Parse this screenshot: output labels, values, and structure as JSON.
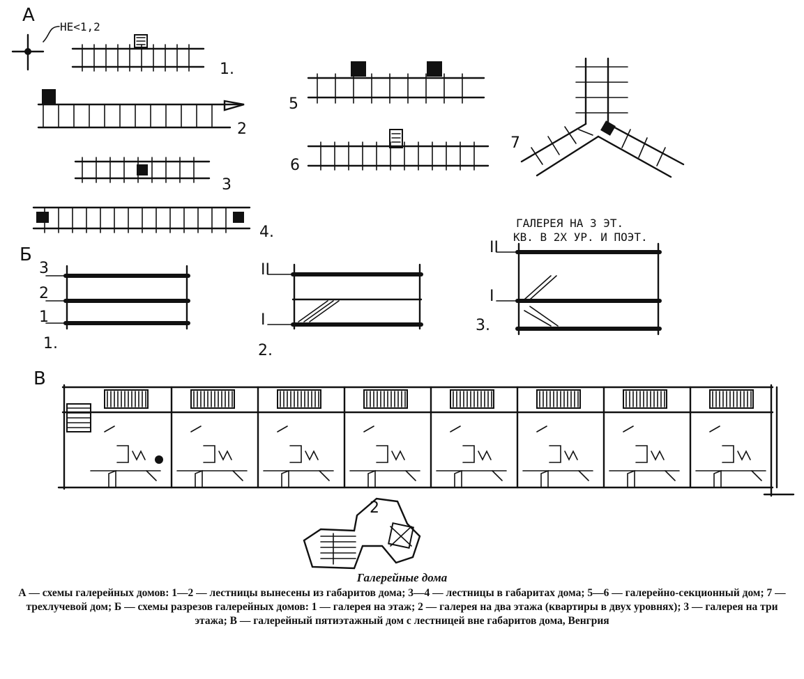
{
  "figure": {
    "labels": {
      "section_a": "А",
      "section_b": "Б",
      "section_v": "В",
      "note_a": "НЕ<1,2",
      "note_gallery": "ГАЛЕРЕЯ НА 3 ЭТ.",
      "note_gallery_2": "КВ. В 2Х УР. И ПОЭТ.",
      "scheme_1": "1.",
      "scheme_2": "2",
      "scheme_3": "3",
      "scheme_4": "4.",
      "scheme_5": "5",
      "scheme_6": "6",
      "scheme_7": "7",
      "section_1": "1.",
      "section_2": "2.",
      "section_3": "3.",
      "level_top_1": "3",
      "level_mid_1": "2",
      "level_bot_1": "1",
      "level_top_2": "II",
      "level_bot_2": "I",
      "level_top_3": "II",
      "level_mid_3": "I",
      "plan_stair_mark": "2"
    }
  },
  "caption": {
    "title": "Галерейные дома",
    "text": "А — схемы галерейных домов: 1—2 — лестницы вынесены из габаритов дома; 3—4 — лестницы в габаритах дома; 5—6 — галерейно-секционный дом; 7 — трехлучевой дом; Б — схемы разрезов галерейных домов: 1 — галерея на этаж; 2 — галерея на два этажа (квартиры в двух уровнях); 3 — галерея на три этажа; В — галерейный пятиэтажный дом с лестницей вне габаритов дома, Венгрия"
  }
}
